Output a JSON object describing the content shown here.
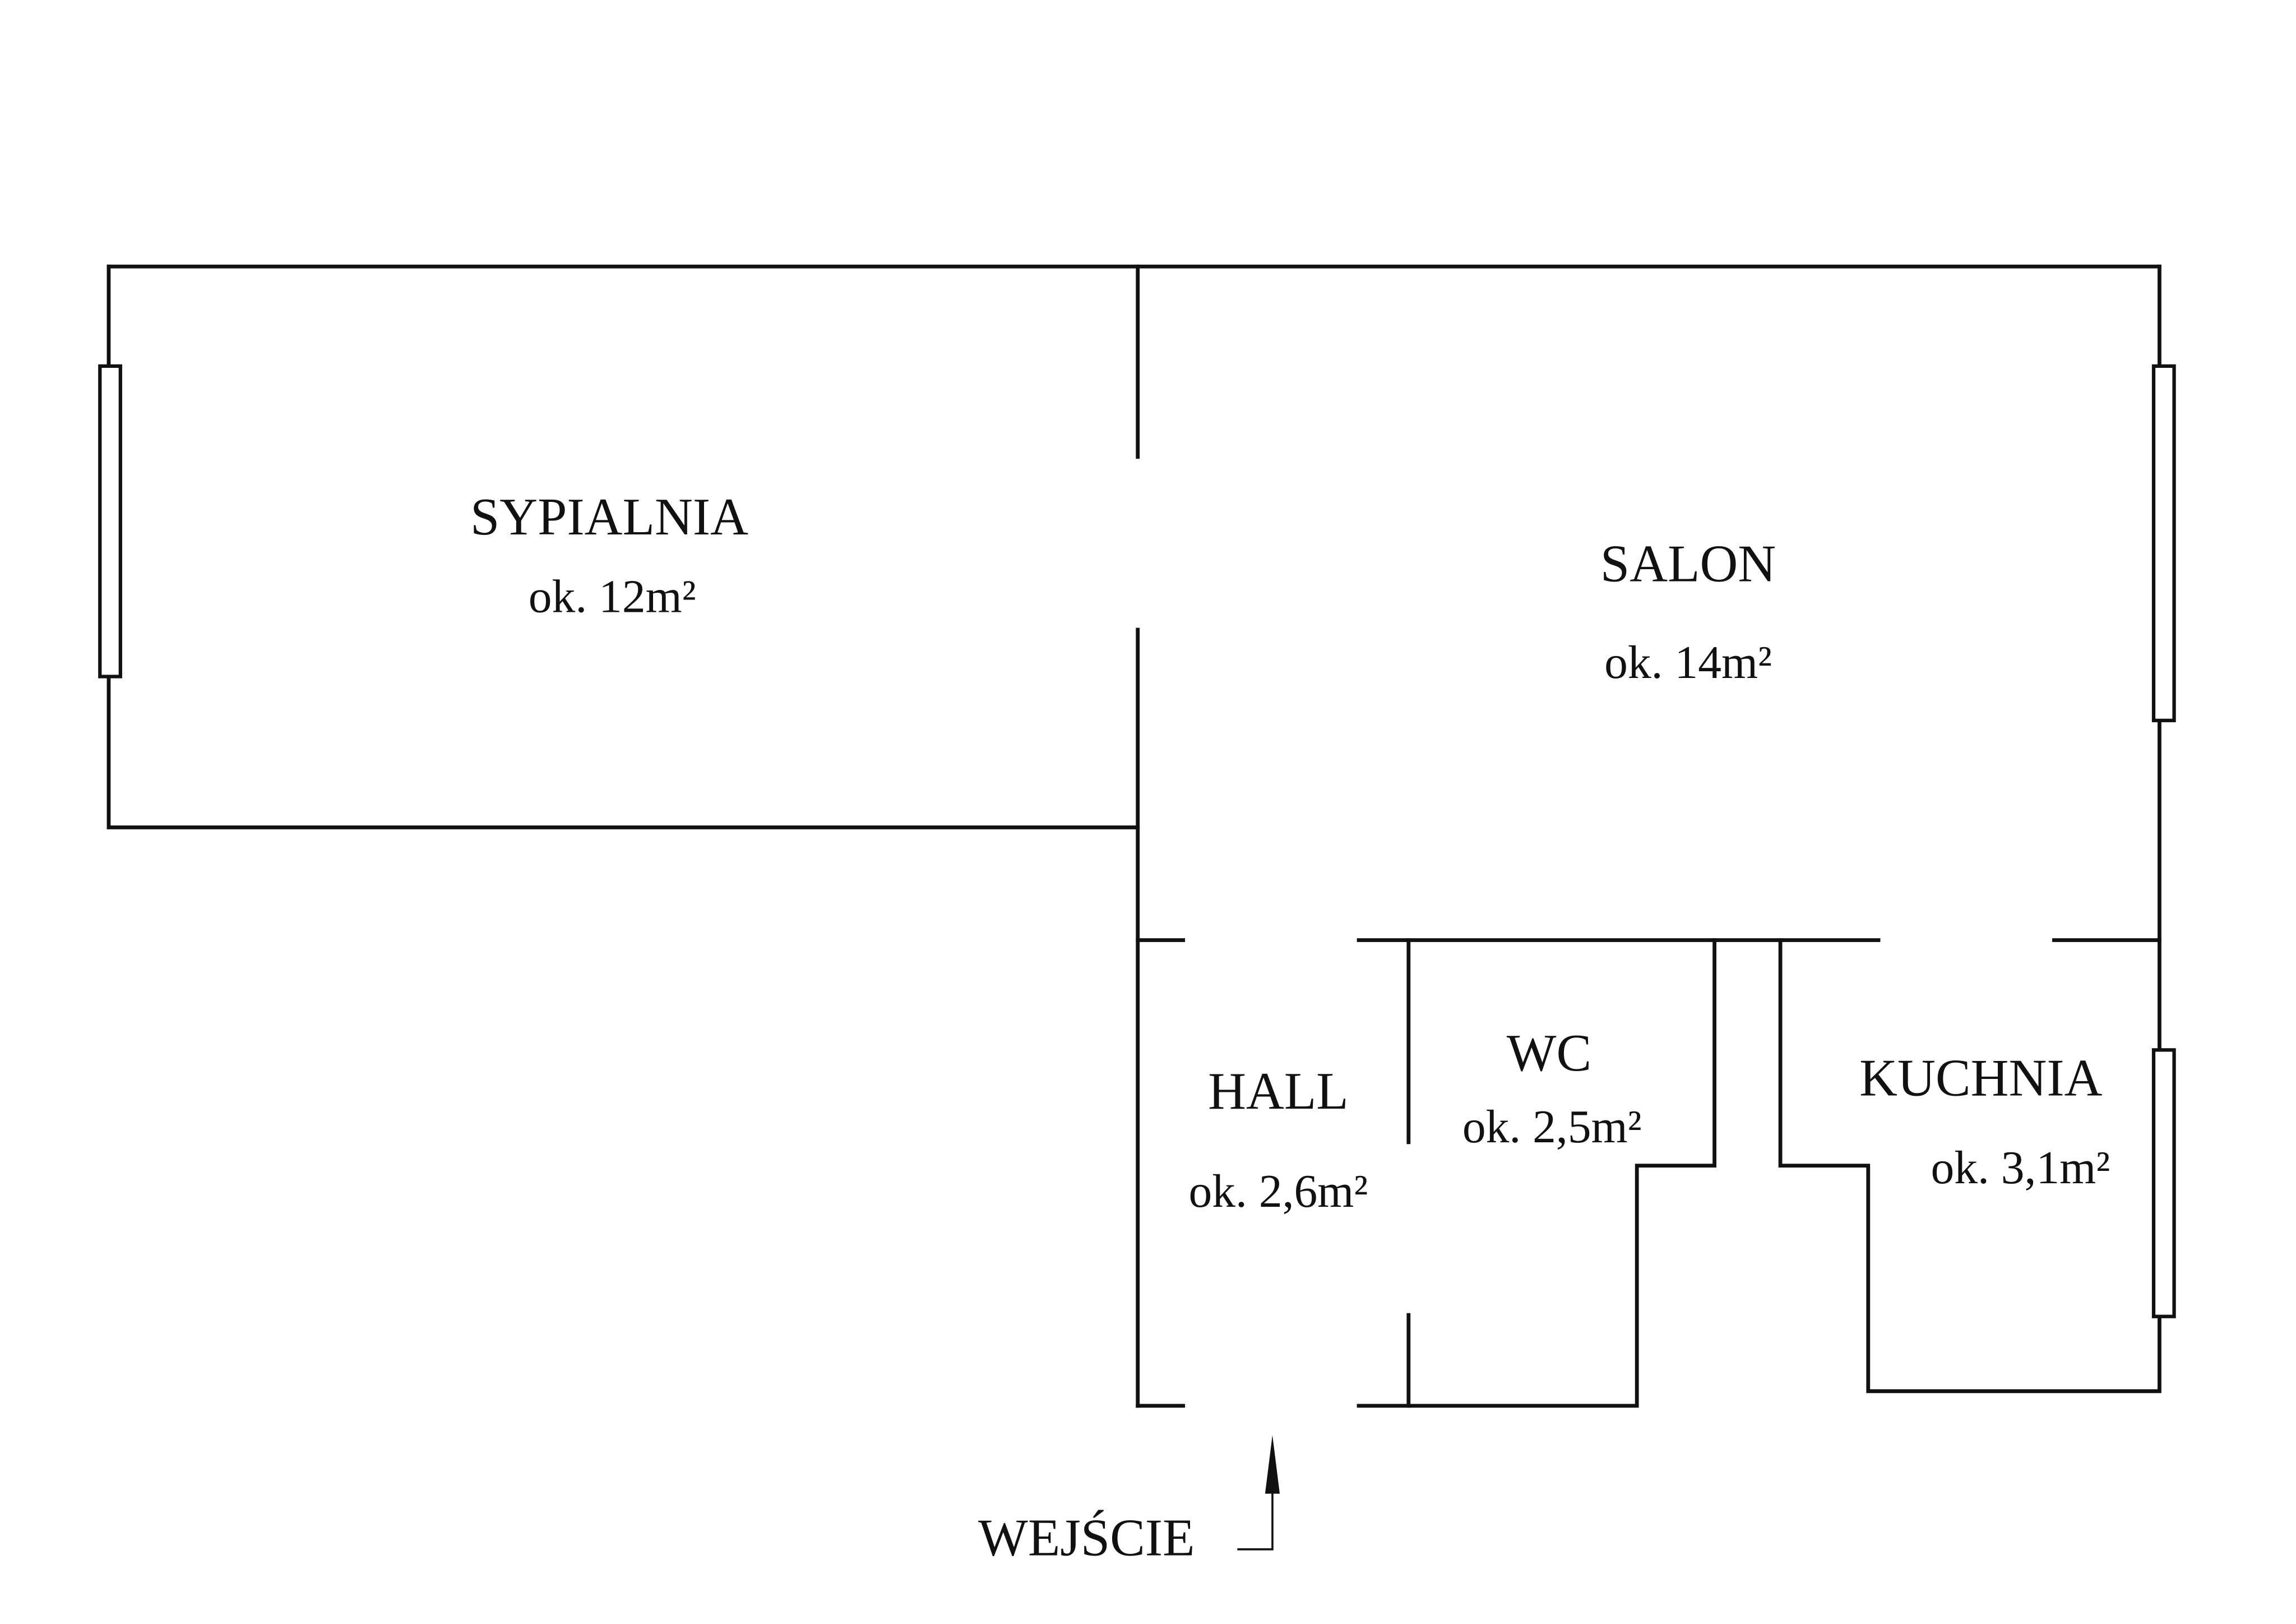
{
  "rooms": {
    "sypialnia": {
      "name": "SYPIALNIA",
      "area": "ok. 12m²"
    },
    "salon": {
      "name": "SALON",
      "area": "ok. 14m²"
    },
    "hall": {
      "name": "HALL",
      "area": "ok. 2,6m²"
    },
    "wc": {
      "name": "WC",
      "area": "ok. 2,5m²"
    },
    "kuchnia": {
      "name": "KUCHNIA",
      "area": "ok. 3,1m²"
    }
  },
  "entrance": {
    "label": "WEJŚCIE"
  },
  "colors": {
    "line": "#111111",
    "background": "#ffffff"
  }
}
